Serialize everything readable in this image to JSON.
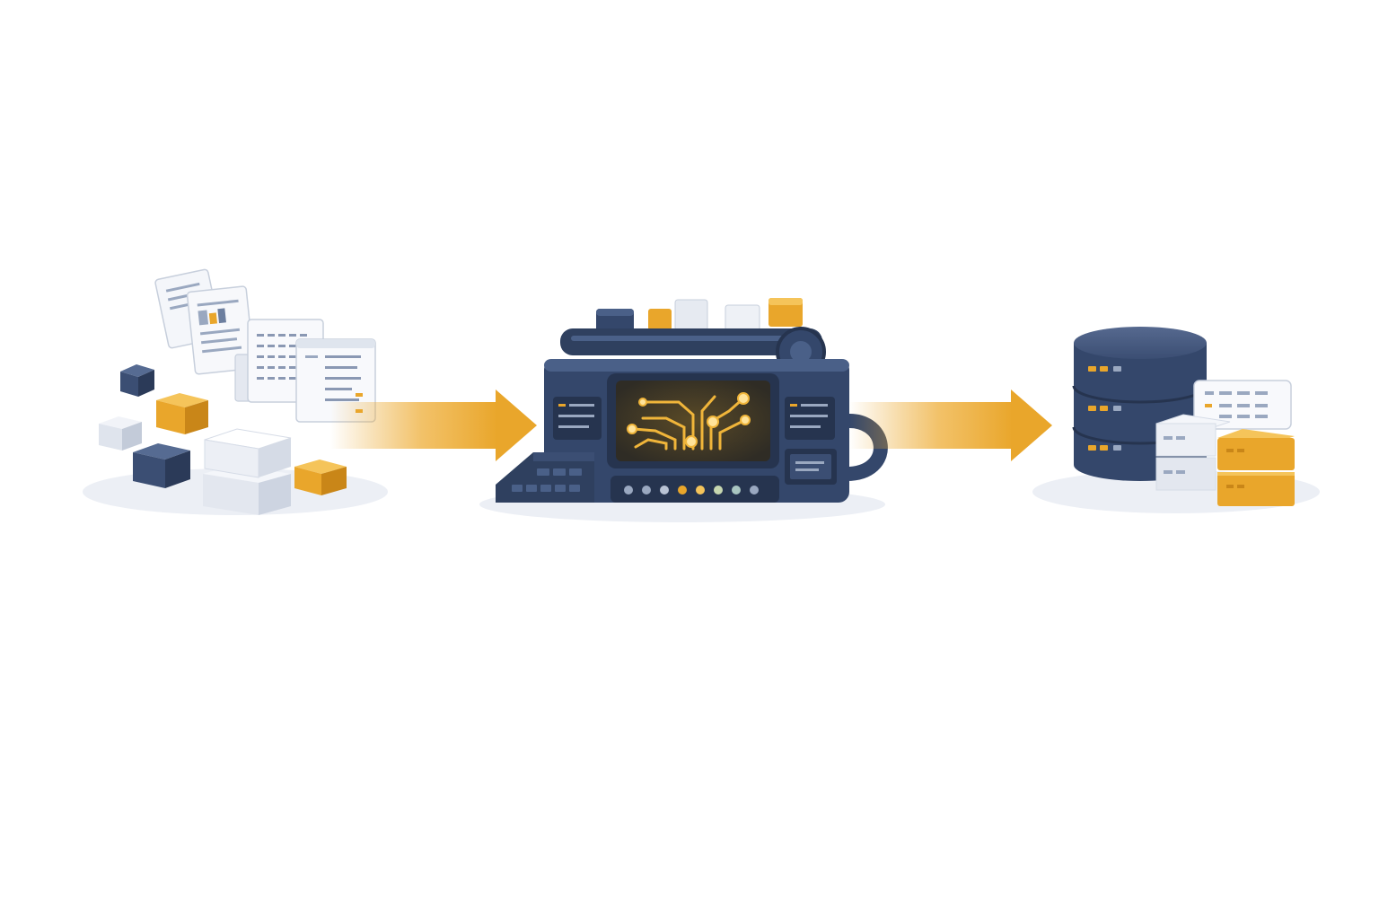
{
  "diagram": {
    "stages": [
      {
        "id": "source",
        "icon": "scattered-documents-and-blocks-icon"
      },
      {
        "id": "processor",
        "icon": "processing-machine-icon"
      },
      {
        "id": "storage",
        "icon": "database-server-icon"
      }
    ],
    "flows": [
      {
        "from": "source",
        "to": "processor",
        "icon": "arrow-right-icon"
      },
      {
        "from": "processor",
        "to": "storage",
        "icon": "arrow-right-icon"
      }
    ],
    "colors": {
      "navy": "#34476b",
      "navy_dark": "#26344f",
      "navy_light": "#4a6088",
      "gold": "#e9a62b",
      "gold_light": "#f5c45a",
      "gold_dark": "#c98618",
      "paper": "#f4f6fa",
      "paper_line": "#9aa8c0",
      "cube_light": "#e6eaf1",
      "shadow": "#e9edf4",
      "screen": "#3a3527",
      "circuit": "#f0b53a"
    }
  }
}
